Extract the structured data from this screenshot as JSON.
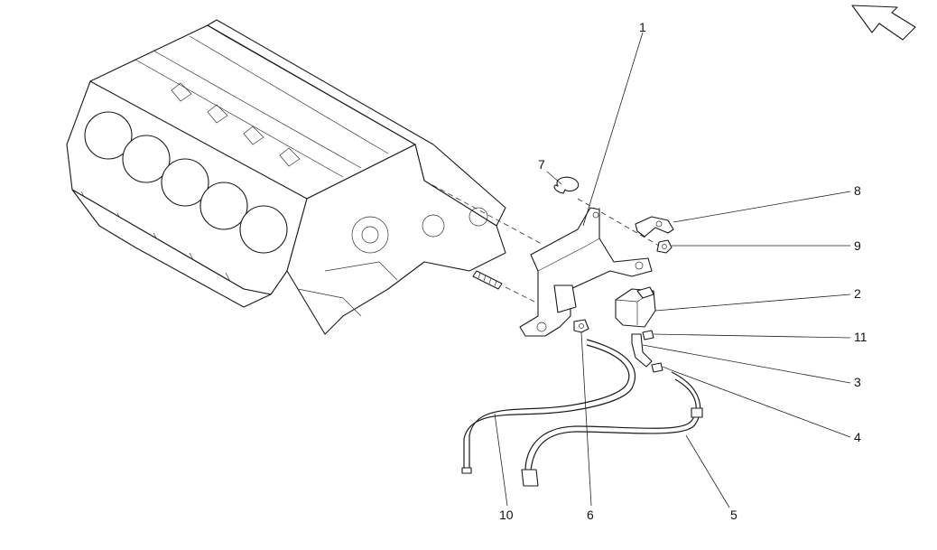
{
  "callouts": [
    {
      "id": "1",
      "label": "1"
    },
    {
      "id": "2",
      "label": "2"
    },
    {
      "id": "3",
      "label": "3"
    },
    {
      "id": "4",
      "label": "4"
    },
    {
      "id": "5",
      "label": "5"
    },
    {
      "id": "6",
      "label": "6"
    },
    {
      "id": "7",
      "label": "7"
    },
    {
      "id": "8",
      "label": "8"
    },
    {
      "id": "9",
      "label": "9"
    },
    {
      "id": "10",
      "label": "10"
    },
    {
      "id": "11",
      "label": "11"
    }
  ],
  "icons": {
    "direction_arrow": "direction-arrow-icon"
  }
}
